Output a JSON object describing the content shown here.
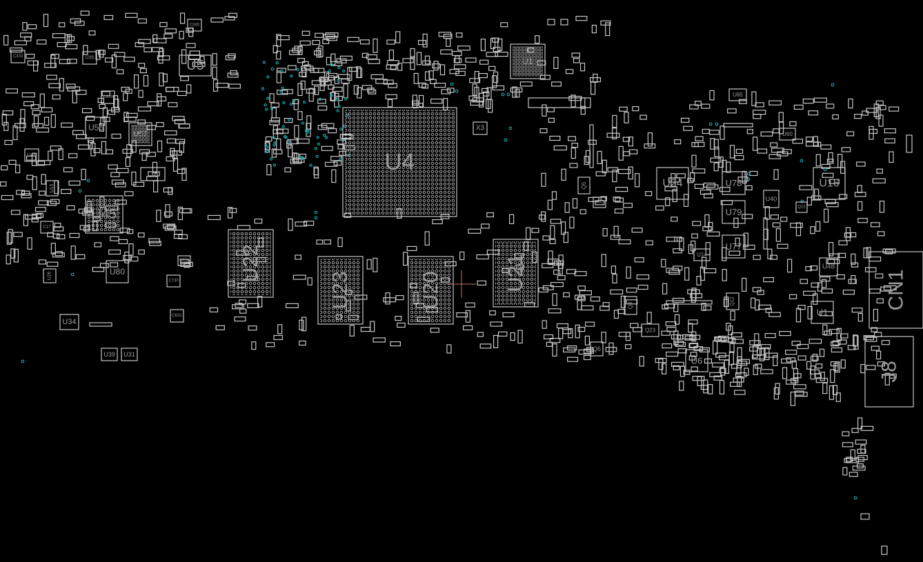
{
  "board": {
    "components": [
      "U4",
      "U22",
      "U23",
      "U20",
      "U21",
      "U45",
      "U5",
      "U1",
      "U8",
      "U56",
      "U57",
      "U80",
      "U34",
      "U39",
      "U31",
      "U24",
      "U78",
      "U79",
      "U77",
      "U16",
      "U6",
      "U1",
      "U48",
      "U40",
      "CN1",
      "J8",
      "X3",
      "U85",
      "U60",
      "U14",
      "Q23",
      "Q6",
      "Q4",
      "Q5",
      "C340",
      "C333",
      "U35",
      "C339",
      "U46",
      "U15",
      "C17",
      "U26",
      "C751",
      "C730",
      "C631",
      "U02",
      "Q22",
      "Q12"
    ]
  },
  "colors": {
    "background": "#000000",
    "outline": "#c8c8c8",
    "label": "#9a9a9a",
    "via": "#1aa3a3",
    "cursor": "#c07070"
  }
}
